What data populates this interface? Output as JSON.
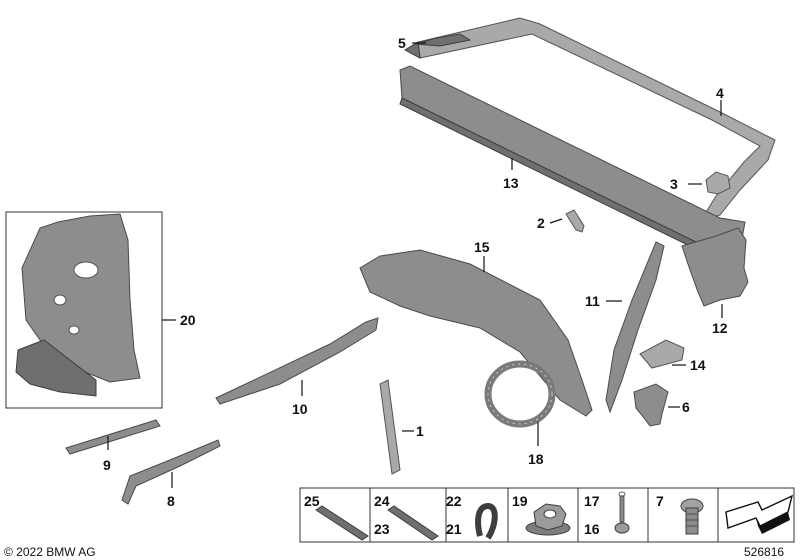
{
  "callouts": {
    "c1": "1",
    "c2": "2",
    "c3": "3",
    "c4": "4",
    "c5": "5",
    "c6": "6",
    "c8": "8",
    "c9": "9",
    "c10": "10",
    "c11": "11",
    "c12": "12",
    "c13": "13",
    "c14": "14",
    "c15": "15",
    "c18": "18",
    "c20": "20"
  },
  "parts_strip": {
    "p25": "25",
    "p24": "24",
    "p23": "23",
    "p22": "22",
    "p21": "21",
    "p19": "19",
    "p17": "17",
    "p16": "16",
    "p7": "7"
  },
  "footer": {
    "copyright": "© 2022 BMW AG",
    "diagram_number": "526816"
  }
}
